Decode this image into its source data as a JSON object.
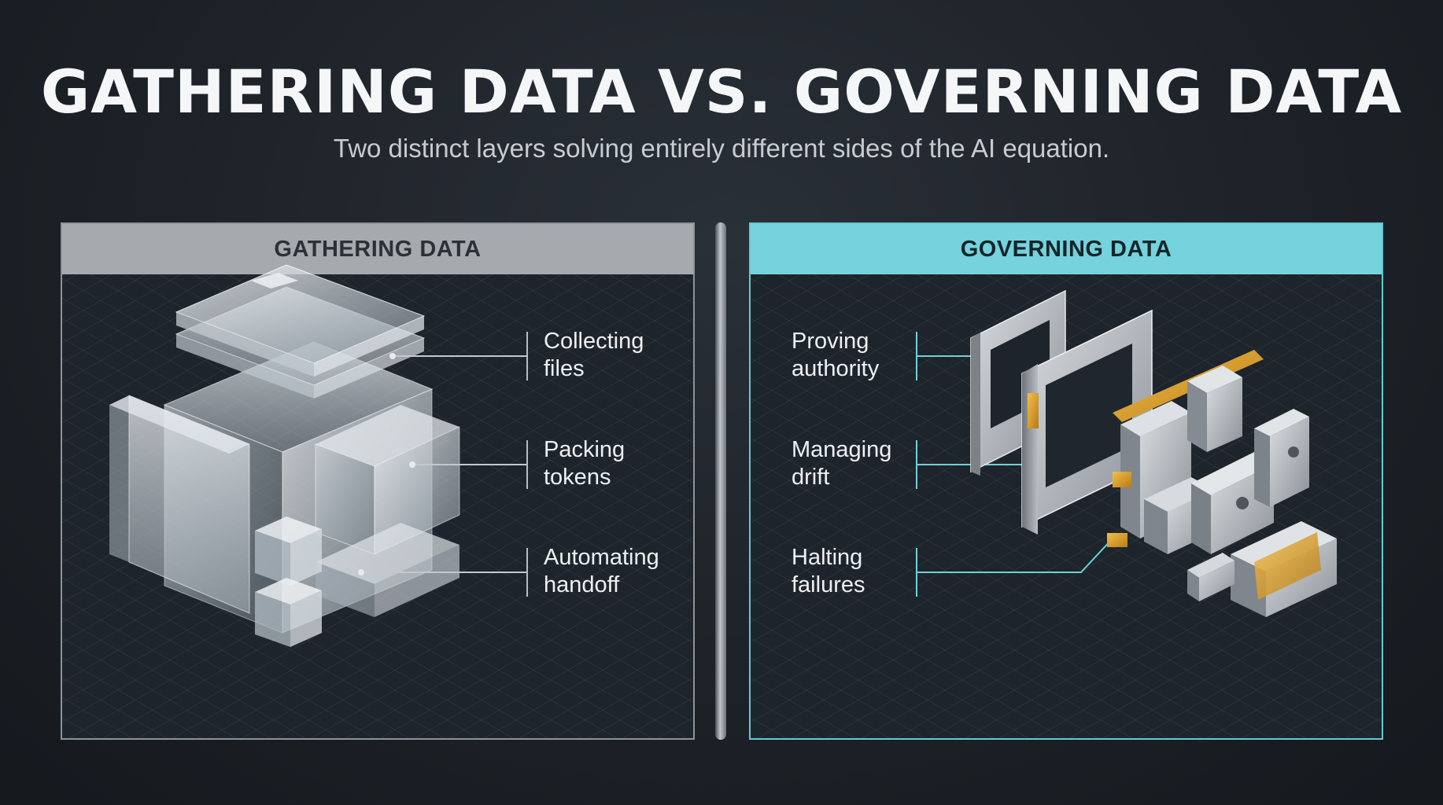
{
  "title": "GATHERING DATA VS. GOVERNING DATA",
  "subtitle": "Two distinct layers solving entirely different sides of the AI equation.",
  "left_panel": {
    "header": "GATHERING DATA",
    "items": [
      {
        "label": "Collecting\nfiles"
      },
      {
        "label": "Packing\ntokens"
      },
      {
        "label": "Automating\nhandoff"
      }
    ]
  },
  "right_panel": {
    "header": "GOVERNING DATA",
    "items": [
      {
        "label": "Proving\nauthority"
      },
      {
        "label": "Managing\ndrift"
      },
      {
        "label": "Halting\nfailures"
      }
    ]
  },
  "colors": {
    "accent": "#74d3dc",
    "neutral": "#a6aaaf",
    "gold": "#e0a12a"
  }
}
